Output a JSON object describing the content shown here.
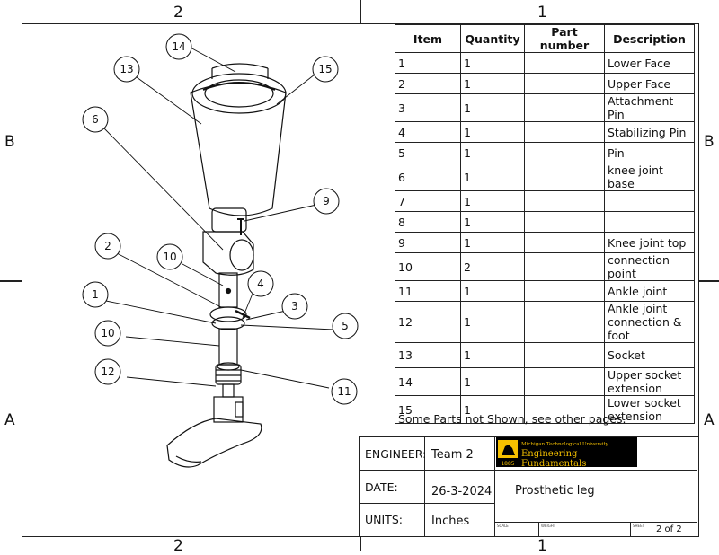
{
  "zones": {
    "top_left": "2",
    "top_right": "1",
    "bottom_left": "2",
    "bottom_right": "1",
    "left_upper": "B",
    "left_lower": "A",
    "right_upper": "B",
    "right_lower": "A"
  },
  "bom": {
    "headers": [
      "Item",
      "Quantity",
      "Part number",
      "Description"
    ],
    "rows": [
      {
        "item": "1",
        "qty": "1",
        "pn": "",
        "desc": "Lower Face"
      },
      {
        "item": "2",
        "qty": "1",
        "pn": "",
        "desc": "Upper Face"
      },
      {
        "item": "3",
        "qty": "1",
        "pn": "",
        "desc": "Attachment Pin"
      },
      {
        "item": "4",
        "qty": "1",
        "pn": "",
        "desc": "Stabilizing Pin"
      },
      {
        "item": "5",
        "qty": "1",
        "pn": "",
        "desc": "Pin"
      },
      {
        "item": "6",
        "qty": "1",
        "pn": "",
        "desc": "knee joint base"
      },
      {
        "item": "7",
        "qty": "1",
        "pn": "",
        "desc": ""
      },
      {
        "item": "8",
        "qty": "1",
        "pn": "",
        "desc": ""
      },
      {
        "item": "9",
        "qty": "1",
        "pn": "",
        "desc": "Knee joint top"
      },
      {
        "item": "10",
        "qty": "2",
        "pn": "",
        "desc": "connection point"
      },
      {
        "item": "11",
        "qty": "1",
        "pn": "",
        "desc": "Ankle joint"
      },
      {
        "item": "12",
        "qty": "1",
        "pn": "",
        "desc": "Ankle joint connection & foot"
      },
      {
        "item": "13",
        "qty": "1",
        "pn": "",
        "desc": "Socket"
      },
      {
        "item": "14",
        "qty": "1",
        "pn": "",
        "desc": "Upper socket extension"
      },
      {
        "item": "15",
        "qty": "1",
        "pn": "",
        "desc": "Lower socket extension"
      }
    ]
  },
  "note": "Some Parts not Shown, see other pages.",
  "title_block": {
    "engineer_label": "ENGINEER:",
    "engineer": "Team 2",
    "date_label": "DATE:",
    "date": "26-3-2024",
    "units_label": "UNITS:",
    "units": "Inches",
    "drawing_title": "Prosthetic leg",
    "logo_small": "Michigan Technological University",
    "logo_big": "Engineering Fundamentals",
    "logo_year": "1885",
    "scale_label": "SCALE",
    "weight_label": "WEIGHT",
    "sheet_label": "SHEET",
    "sheet": "2 of 2"
  },
  "balloons": [
    "14",
    "13",
    "15",
    "6",
    "9",
    "2",
    "10",
    "4",
    "1",
    "3",
    "5",
    "10",
    "12",
    "11"
  ]
}
